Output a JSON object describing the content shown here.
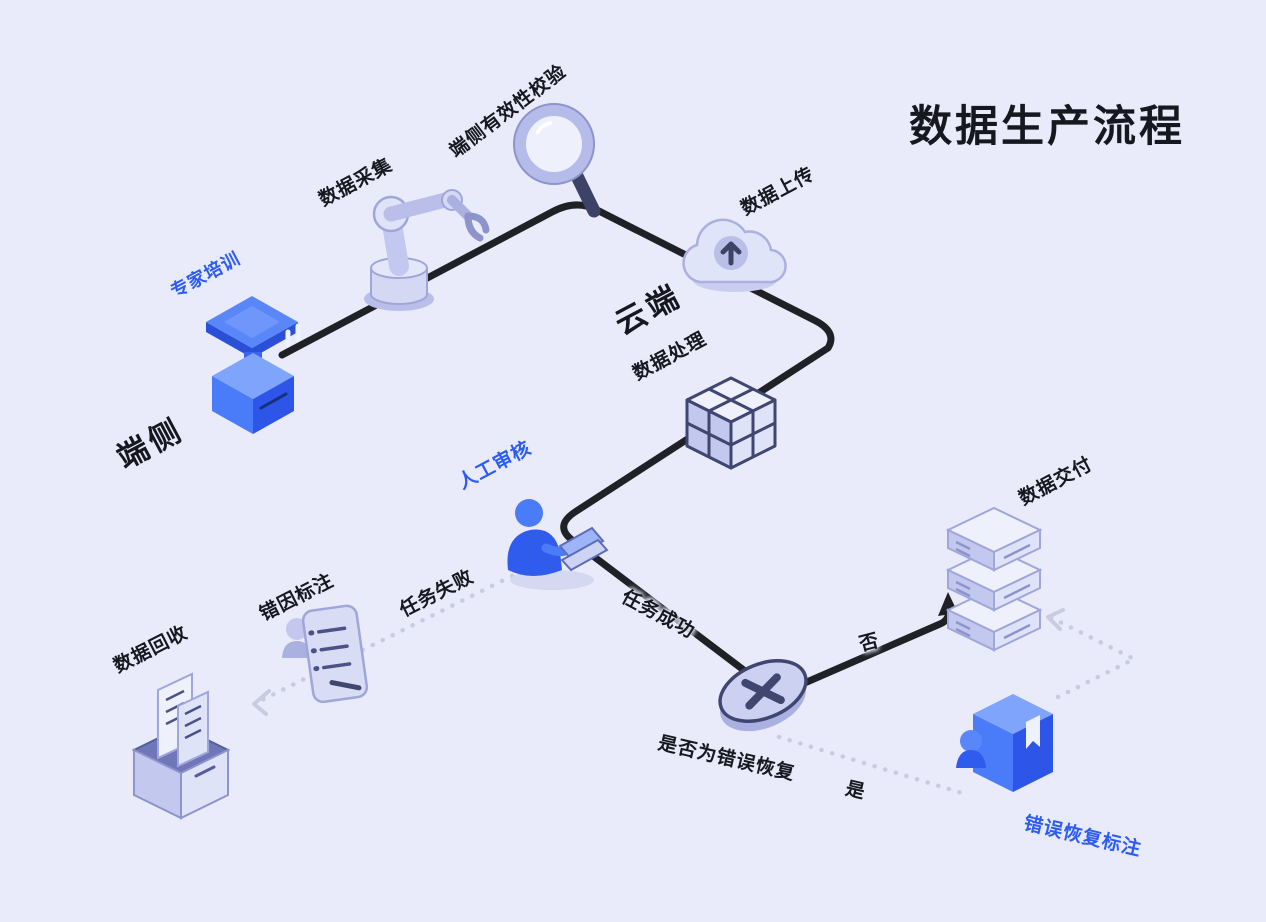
{
  "title": "数据生产流程",
  "labels": {
    "device_validity": "端侧有效性校验",
    "data_collection": "数据采集",
    "expert_training": "专家培训",
    "device_side": "端侧",
    "cloud_side": "云端",
    "data_upload": "数据上传",
    "data_processing": "数据处理",
    "manual_review": "人工审核",
    "task_failed": "任务失败",
    "task_success": "任务成功",
    "error_cause_annotation": "错因标注",
    "data_recycle": "数据回收",
    "data_delivery": "数据交付",
    "decision": "是否为错误恢复",
    "no": "否",
    "yes": "是",
    "error_recovery_annotation": "错误恢复标注"
  },
  "icons": {
    "expert_training": "podium-icon",
    "data_collection": "robot-arm-icon",
    "device_validity": "magnifier-icon",
    "data_upload": "cloud-upload-icon",
    "data_processing": "cube-stack-icon",
    "manual_review": "person-laptop-icon",
    "error_cause_annotation": "person-document-icon",
    "data_recycle": "archive-box-icon",
    "data_delivery": "server-stack-icon",
    "decision": "x-cylinder-icon",
    "error_recovery_annotation": "person-book-icon"
  },
  "colors": {
    "background": "#e9eafa",
    "ink": "#17181f",
    "accent_blue": "#2c5cf2",
    "flow_line": "#202126",
    "dotted_line": "#c9cbe0",
    "lavender_light": "#eef0fb",
    "lavender_mid": "#c3c8ee",
    "navy_detail": "#3f4670"
  }
}
